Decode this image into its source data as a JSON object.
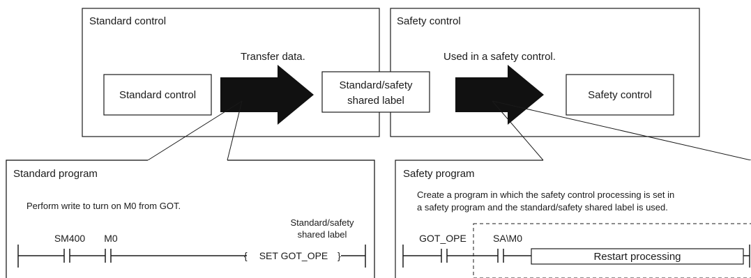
{
  "standard_area": {
    "title": "Standard control",
    "transfer_label": "Transfer data.",
    "inner_box": "Standard control"
  },
  "shared_label_box": {
    "line1": "Standard/safety",
    "line2": "shared label"
  },
  "safety_area": {
    "title": "Safety control",
    "used_label": "Used in a safety control.",
    "inner_box": "Safety control"
  },
  "standard_program": {
    "title": "Standard program",
    "description": "Perform write to turn on M0 from GOT.",
    "contact1": "SM400",
    "contact2": "M0",
    "note_line1": "Standard/safety",
    "note_line2": "shared label",
    "instruction": "SET GOT_OPE"
  },
  "safety_program": {
    "title": "Safety program",
    "description_line1": "Create a program in which the safety control processing is set in",
    "description_line2": "a safety program and the standard/safety shared label is used.",
    "contact1": "GOT_OPE",
    "contact2": "SA\\M0",
    "instruction": "Restart processing"
  }
}
